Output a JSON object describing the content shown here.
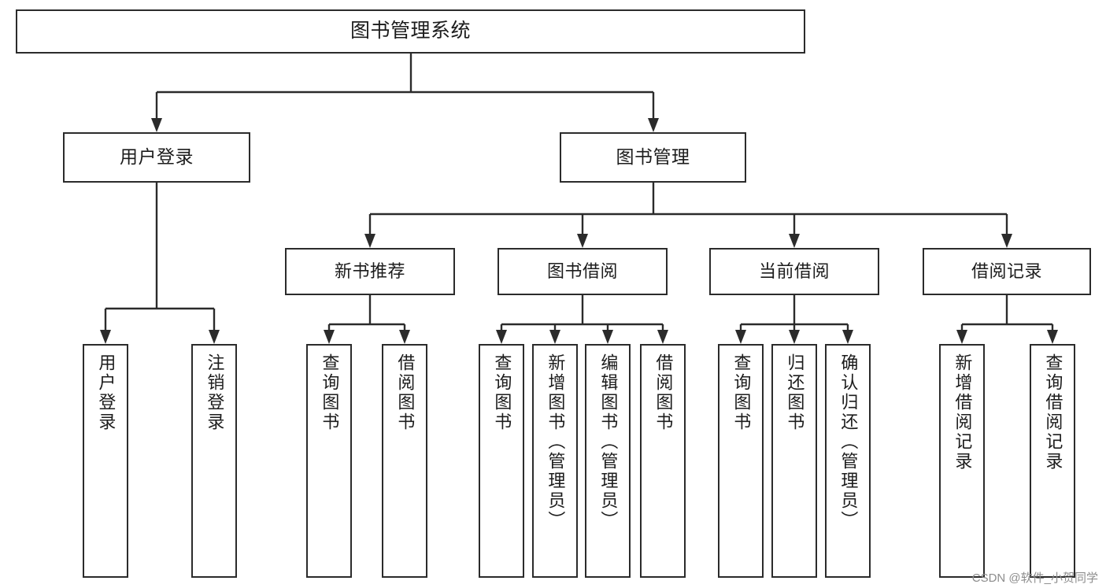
{
  "diagram": {
    "title": "图书管理系统",
    "type": "tree",
    "orientation": "top-down",
    "colors": {
      "stroke": "#2b2b2b",
      "fill": "#ffffff",
      "text": "#1c1c1c",
      "watermark": "#8d8d8d"
    },
    "levels": {
      "root": {
        "label": "图书管理系统"
      },
      "level2": [
        {
          "id": "user-login",
          "label": "用户登录"
        },
        {
          "id": "book-management",
          "label": "图书管理"
        }
      ],
      "level3": [
        {
          "id": "new-book-recommend",
          "label": "新书推荐"
        },
        {
          "id": "book-borrow",
          "label": "图书借阅"
        },
        {
          "id": "current-borrow",
          "label": "当前借阅"
        },
        {
          "id": "borrow-record",
          "label": "借阅记录"
        }
      ],
      "leaves": {
        "user-login": [
          {
            "id": "leaf-user-login",
            "label": "用户登录"
          },
          {
            "id": "leaf-user-logout",
            "label": "注销登录"
          }
        ],
        "new-book-recommend": [
          {
            "id": "leaf-query-book-1",
            "label": "查询图书"
          },
          {
            "id": "leaf-borrow-book-1",
            "label": "借阅图书"
          }
        ],
        "book-borrow": [
          {
            "id": "leaf-query-book-2",
            "label": "查询图书"
          },
          {
            "id": "leaf-add-book",
            "label": "新增图书（管理员）"
          },
          {
            "id": "leaf-edit-book",
            "label": "编辑图书（管理员）"
          },
          {
            "id": "leaf-borrow-book-2",
            "label": "借阅图书"
          }
        ],
        "current-borrow": [
          {
            "id": "leaf-query-book-3",
            "label": "查询图书"
          },
          {
            "id": "leaf-return-book",
            "label": "归还图书"
          },
          {
            "id": "leaf-confirm-return",
            "label": "确认归还（管理员）"
          }
        ],
        "borrow-record": [
          {
            "id": "leaf-add-record",
            "label": "新增借阅记录"
          },
          {
            "id": "leaf-query-record",
            "label": "查询借阅记录"
          }
        ]
      }
    }
  },
  "watermark": {
    "text": "CSDN @软件_小贺同学"
  }
}
